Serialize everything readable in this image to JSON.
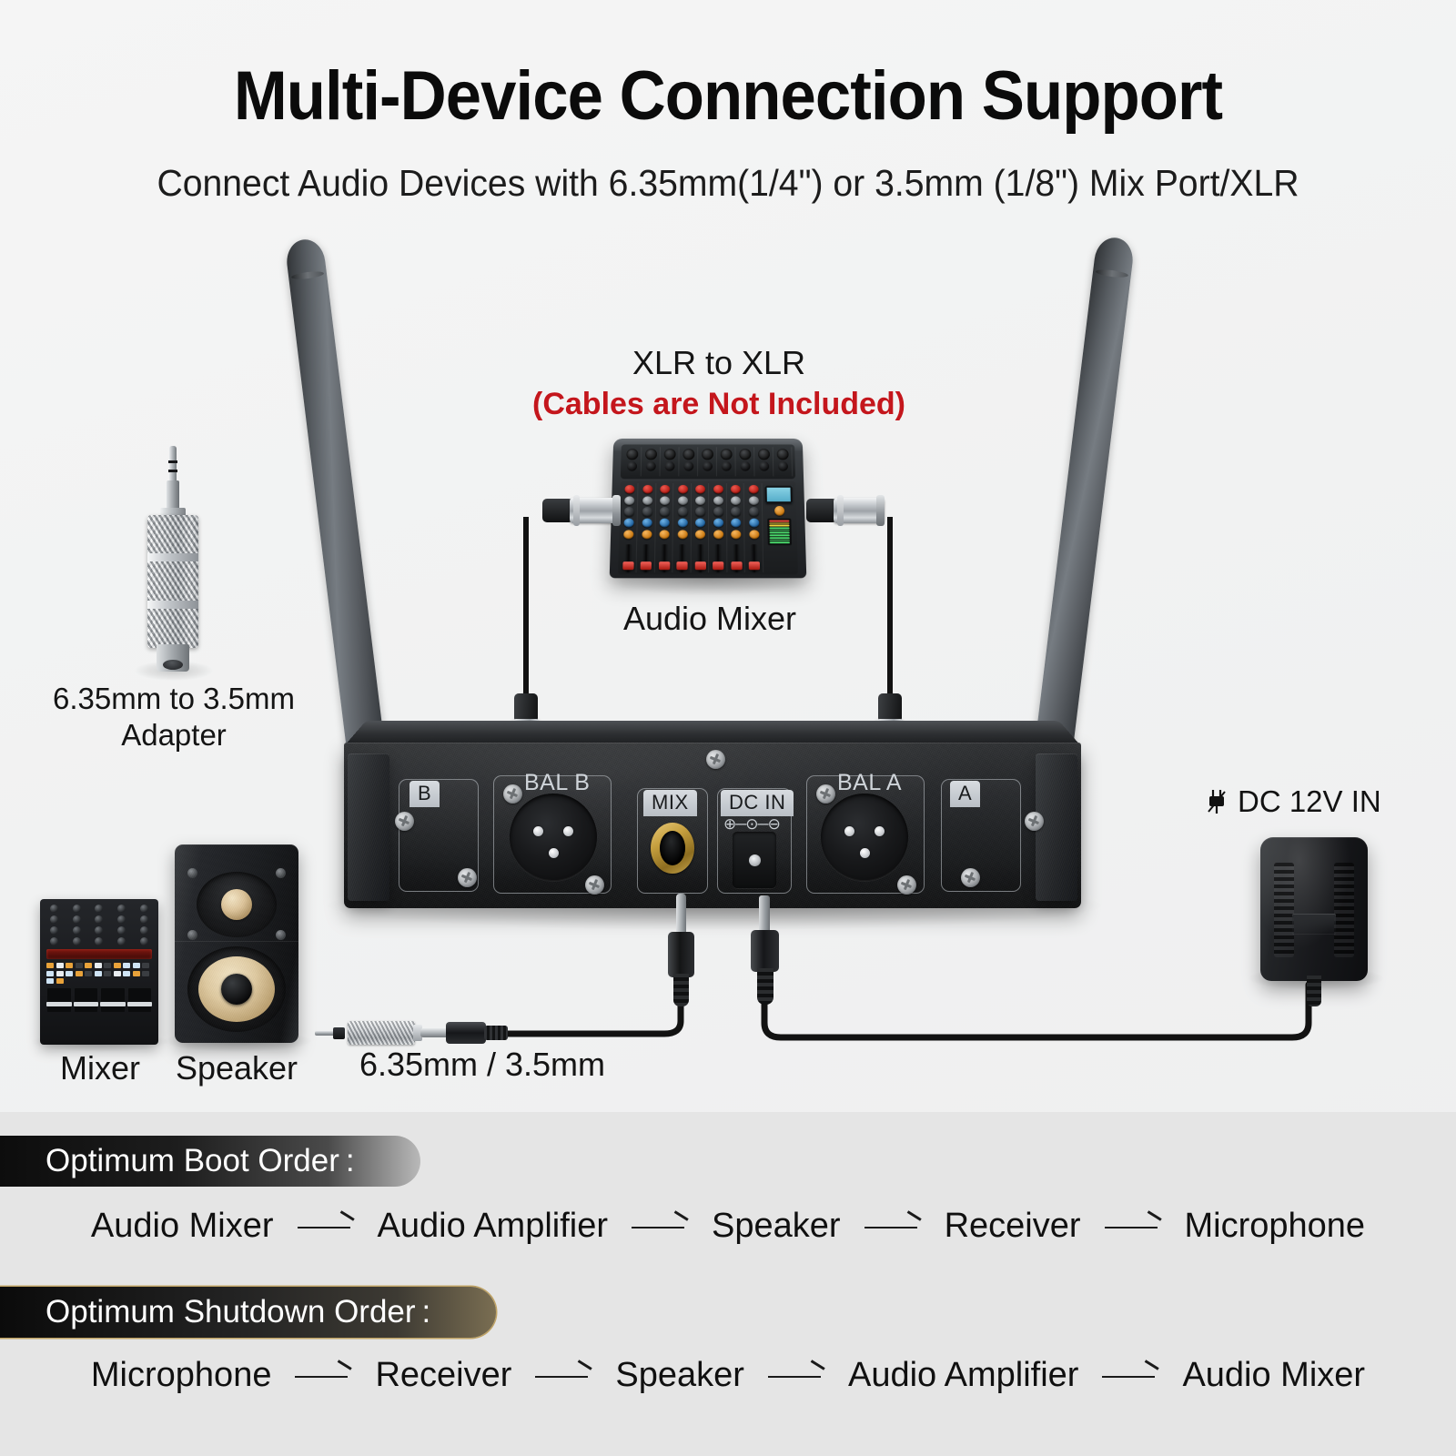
{
  "header": {
    "title": "Multi-Device Connection Support",
    "subtitle": "Connect Audio Devices with 6.35mm(1/4\") or 3.5mm (1/8\") Mix Port/XLR"
  },
  "annotations": {
    "xlr_to_xlr": "XLR to XLR",
    "cables_note": "(Cables are Not Included)",
    "audio_mixer": "Audio Mixer",
    "adapter_line1": "6.35mm to 3.5mm",
    "adapter_line2": "Adapter",
    "mixer": "Mixer",
    "speaker": "Speaker",
    "cable_sizes": "6.35mm / 3.5mm",
    "dc_in": "DC 12V IN",
    "plug_icon": "plug-icon"
  },
  "receiver": {
    "ports": [
      {
        "label": "B",
        "type": "antenna-mount"
      },
      {
        "label": "BAL B",
        "type": "xlr-male"
      },
      {
        "label": "MIX",
        "type": "jack-6.35mm"
      },
      {
        "label": "DC IN",
        "type": "dc-barrel",
        "polarity_symbol": "⊕─⊙─⊖"
      },
      {
        "label": "BAL A",
        "type": "xlr-male"
      },
      {
        "label": "A",
        "type": "antenna-mount"
      }
    ]
  },
  "order_section": {
    "boot": {
      "heading": "Optimum Boot Order :",
      "steps": [
        "Audio Mixer",
        "Audio Amplifier",
        "Speaker",
        "Receiver",
        "Microphone"
      ]
    },
    "shutdown": {
      "heading": "Optimum Shutdown Order :",
      "steps": [
        "Microphone",
        "Receiver",
        "Speaker",
        "Audio Amplifier",
        "Audio Mixer"
      ]
    }
  },
  "colors": {
    "background": "#f2f3f3",
    "bottom_background": "#e5e5e5",
    "warning_red": "#c4161c",
    "text": "#101010",
    "pill_gold_border": "#bfa263",
    "jack_gold": "#c59f3e"
  }
}
